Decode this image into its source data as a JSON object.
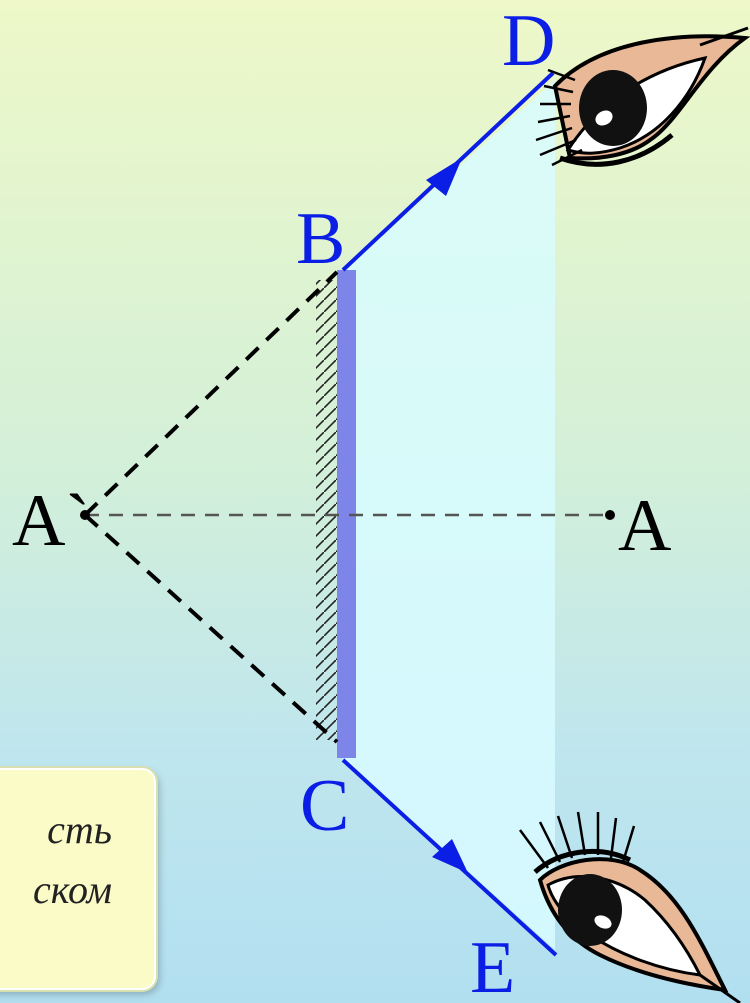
{
  "labels": {
    "D": "D",
    "B": "B",
    "C": "C",
    "E": "E",
    "A": "A",
    "A_image": "A`"
  },
  "note": {
    "line1": "сть",
    "line2": "ском"
  },
  "colors": {
    "ray": "#0a1ee6",
    "mirror": "#7d86e8",
    "beam": "#d8fbff",
    "construction": "#000000",
    "axis": "#555555",
    "note_bg": "#fbfbc8"
  },
  "icons": [
    "eye-icon-top",
    "eye-icon-bottom"
  ]
}
